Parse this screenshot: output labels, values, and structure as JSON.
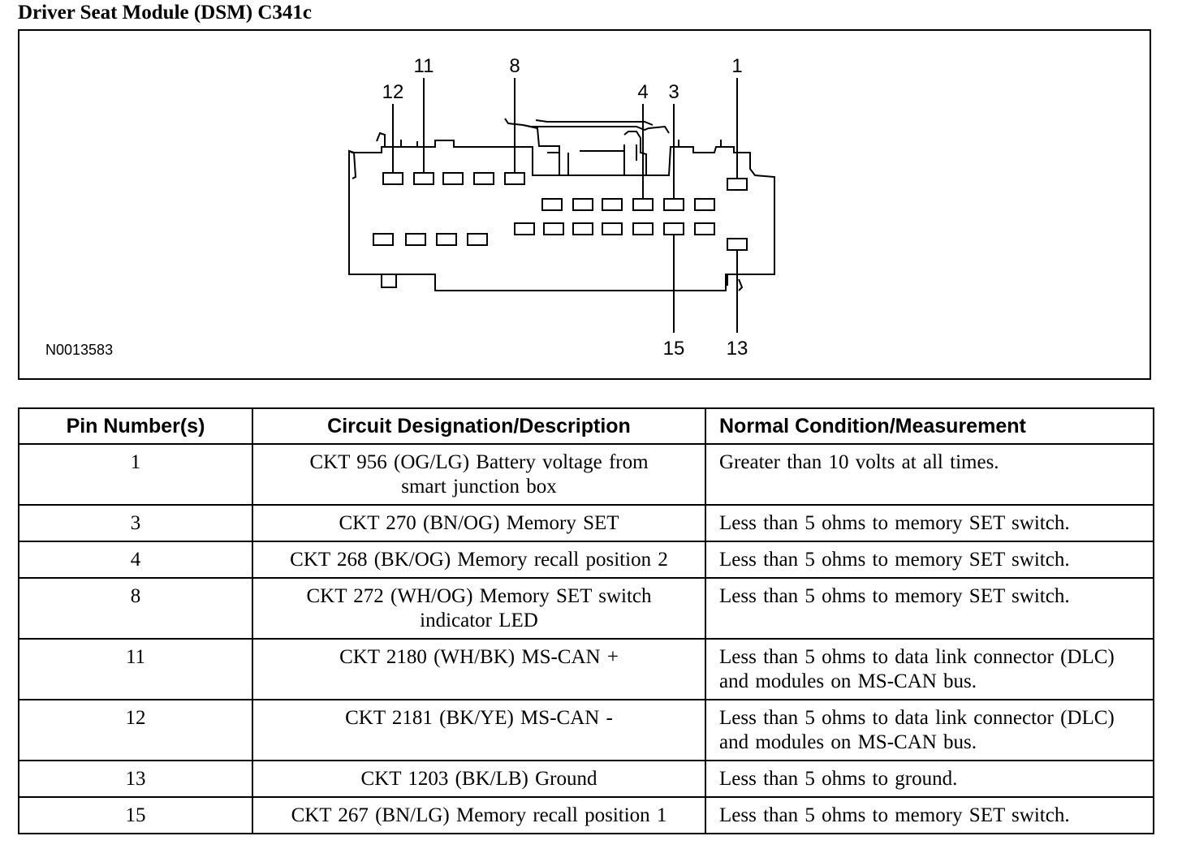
{
  "title": "Driver Seat Module (DSM) C341c",
  "diagram": {
    "figure_id": "N0013583",
    "pin_labels": [
      "12",
      "11",
      "8",
      "4",
      "3",
      "1",
      "15",
      "13"
    ]
  },
  "table": {
    "headers": [
      "Pin Number(s)",
      "Circuit Designation/Description",
      "Normal Condition/Measurement"
    ],
    "rows": [
      {
        "pin": "1",
        "circuit": "CKT 956 (OG/LG) Battery voltage from smart junction box",
        "condition": "Greater than 10 volts at all times."
      },
      {
        "pin": "3",
        "circuit": "CKT 270 (BN/OG) Memory SET",
        "condition": "Less than 5 ohms to memory SET switch."
      },
      {
        "pin": "4",
        "circuit": "CKT 268 (BK/OG) Memory recall position 2",
        "condition": "Less than 5 ohms to memory SET switch."
      },
      {
        "pin": "8",
        "circuit": "CKT 272 (WH/OG) Memory SET switch indicator LED",
        "condition": "Less than 5 ohms to memory SET switch."
      },
      {
        "pin": "11",
        "circuit": "CKT 2180 (WH/BK) MS-CAN +",
        "condition": "Less than 5 ohms to data link connector (DLC) and modules on MS-CAN bus."
      },
      {
        "pin": "12",
        "circuit": "CKT 2181 (BK/YE) MS-CAN -",
        "condition": "Less than 5 ohms to data link connector (DLC) and modules on MS-CAN bus."
      },
      {
        "pin": "13",
        "circuit": "CKT 1203 (BK/LB) Ground",
        "condition": "Less than 5 ohms to ground."
      },
      {
        "pin": "15",
        "circuit": "CKT 267 (BN/LG) Memory recall position 1",
        "condition": "Less than 5 ohms to memory SET switch."
      }
    ]
  }
}
